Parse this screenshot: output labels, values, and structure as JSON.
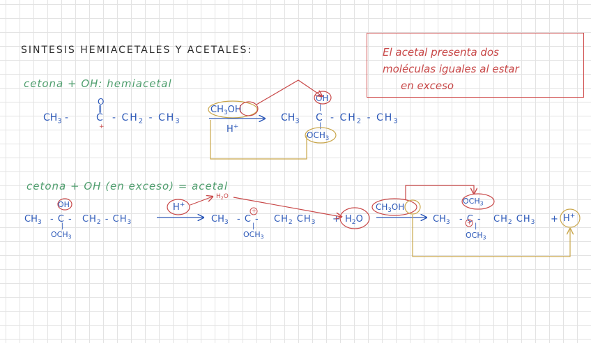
{
  "title": "SINTESIS HEMIACETALES Y ACETALES:",
  "note": {
    "line1": "El acetal presenta dos",
    "line2": "moléculas iguales al estar",
    "line3": "en exceso"
  },
  "section1": {
    "heading": "cetona + OH: hemiacetal",
    "reactant": {
      "carbonyl_o": "O",
      "dbl_bond": "‖",
      "c_label": "C",
      "plus": "+",
      "left": "CH",
      "left_sub": "3",
      "left_dash": "-",
      "right_part1": "- CH",
      "right_sub1": "2",
      "right_part2": "- CH",
      "right_sub2": "3"
    },
    "reagent": {
      "ch": "CH",
      "sub": "3",
      "oh": "OH"
    },
    "catalyst": {
      "h": "H",
      "sup": "+"
    },
    "product": {
      "oh": "OH",
      "bond": "|",
      "left": "CH",
      "left_sub": "3",
      "c_label": "C",
      "right_part1": "- CH",
      "right_sub1": "2",
      "right_part2": "- CH",
      "right_sub2": "3",
      "bottom_bond": "|",
      "och": "OCH",
      "och_sub": "3"
    }
  },
  "section2": {
    "heading": "cetona + OH (en exceso) = acetal",
    "step1": {
      "oh": "OH",
      "left": "CH",
      "left_sub": "3",
      "dash_c": "- C -",
      "right_part1": "CH",
      "right_sub1": "2",
      "right_part2": "- CH",
      "right_sub2": "3",
      "bond": "|",
      "och": "OCH",
      "och_sub": "3"
    },
    "proton": {
      "h": "H",
      "sup": "+"
    },
    "water_small": {
      "h": "H",
      "sub": "2",
      "o": "O"
    },
    "step2": {
      "plus": "+",
      "left": "CH",
      "left_sub": "3",
      "dash_c": "- C -",
      "right_part1": "CH",
      "right_sub1": "2",
      "right_part2": "CH",
      "right_sub2": "3",
      "plus_sign": "+",
      "bond": "|",
      "och": "OCH",
      "och_sub": "3"
    },
    "water": {
      "h": "H",
      "sub": "2",
      "o": "O"
    },
    "reagent": {
      "ch": "CH",
      "sub": "3",
      "oh": "OH"
    },
    "product": {
      "top_och": "OCH",
      "top_sub": "3",
      "left": "CH",
      "left_sub": "3",
      "dash_c": "- C -",
      "plus": "+",
      "right_part1": "CH",
      "right_sub1": "2",
      "right_part2": "CH",
      "right_sub2": "3",
      "plus_sign": "+",
      "bond": "|",
      "bottom_och": "OCH",
      "bottom_sub": "3",
      "h": "H",
      "h_sup": "+"
    }
  }
}
